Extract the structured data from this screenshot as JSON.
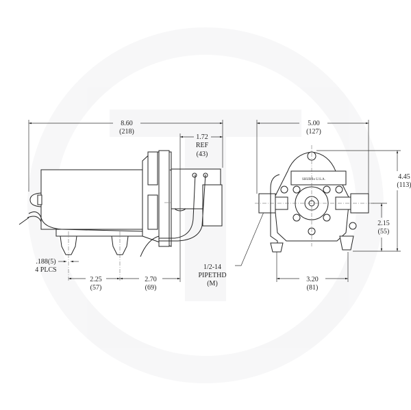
{
  "side_view": {
    "overall_length": "8.60",
    "overall_length_mm": "(218)",
    "ref_length": "1.72",
    "ref_label": "REF",
    "ref_length_mm": "(43)",
    "hole_dia": ".188(5)",
    "hole_count": "4 PLCS",
    "foot_spacing": "2.25",
    "foot_spacing_mm": "(57)",
    "foot_to_port": "2.70",
    "foot_to_port_mm": "(69)"
  },
  "port_note": {
    "line1": "1/2-14",
    "line2": "PIPETHD",
    "line3": "(M)"
  },
  "front_view": {
    "width": "5.00",
    "width_mm": "(127)",
    "height": "4.45",
    "height_mm": "(113)",
    "port_height": "2.15",
    "port_height_mm": "(55)",
    "foot_spacing": "3.20",
    "foot_spacing_mm": "(81)",
    "label_plate": "SHURflo U.S.A."
  }
}
